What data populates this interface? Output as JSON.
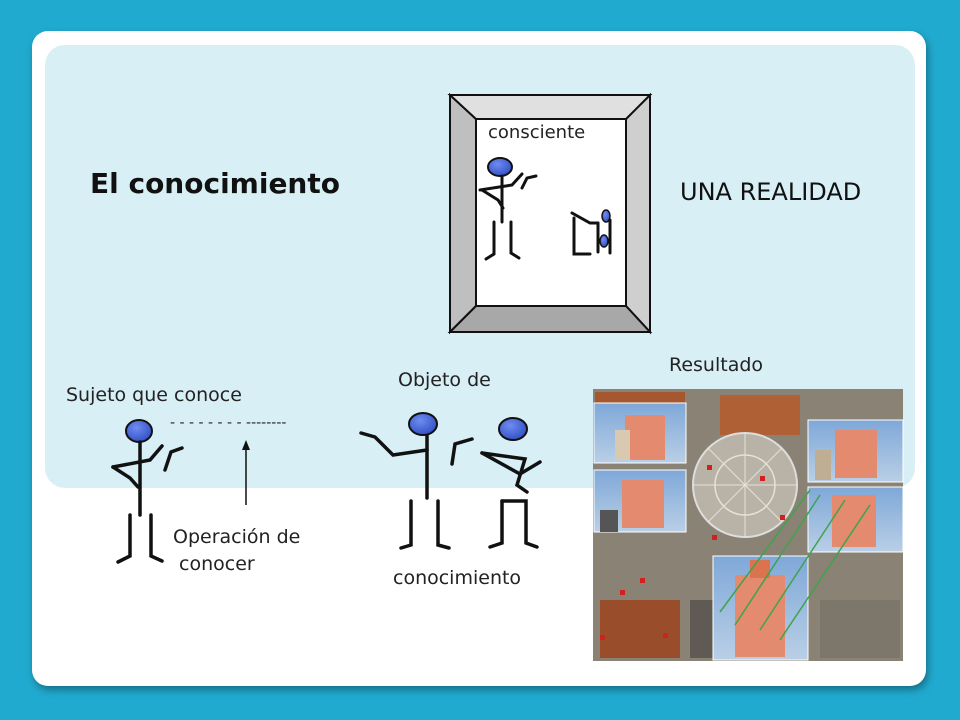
{
  "title": "El conocimiento",
  "reality_label": "UNA REALIDAD",
  "frame_label": "consciente",
  "result_label": "Resultado",
  "subject_label": "Sujeto que conoce",
  "dash_line": "- - - - - - - - --------",
  "operation_label": "Operación de\n conocer",
  "object_label_top": "Objeto de",
  "object_label_bottom": "conocimiento",
  "colors": {
    "background": "#21aacf",
    "panel": "#d8eff6",
    "head": "#3f5fd6"
  },
  "icons": [
    "stick-figure",
    "arrow-up",
    "aerial-photo-collage"
  ]
}
